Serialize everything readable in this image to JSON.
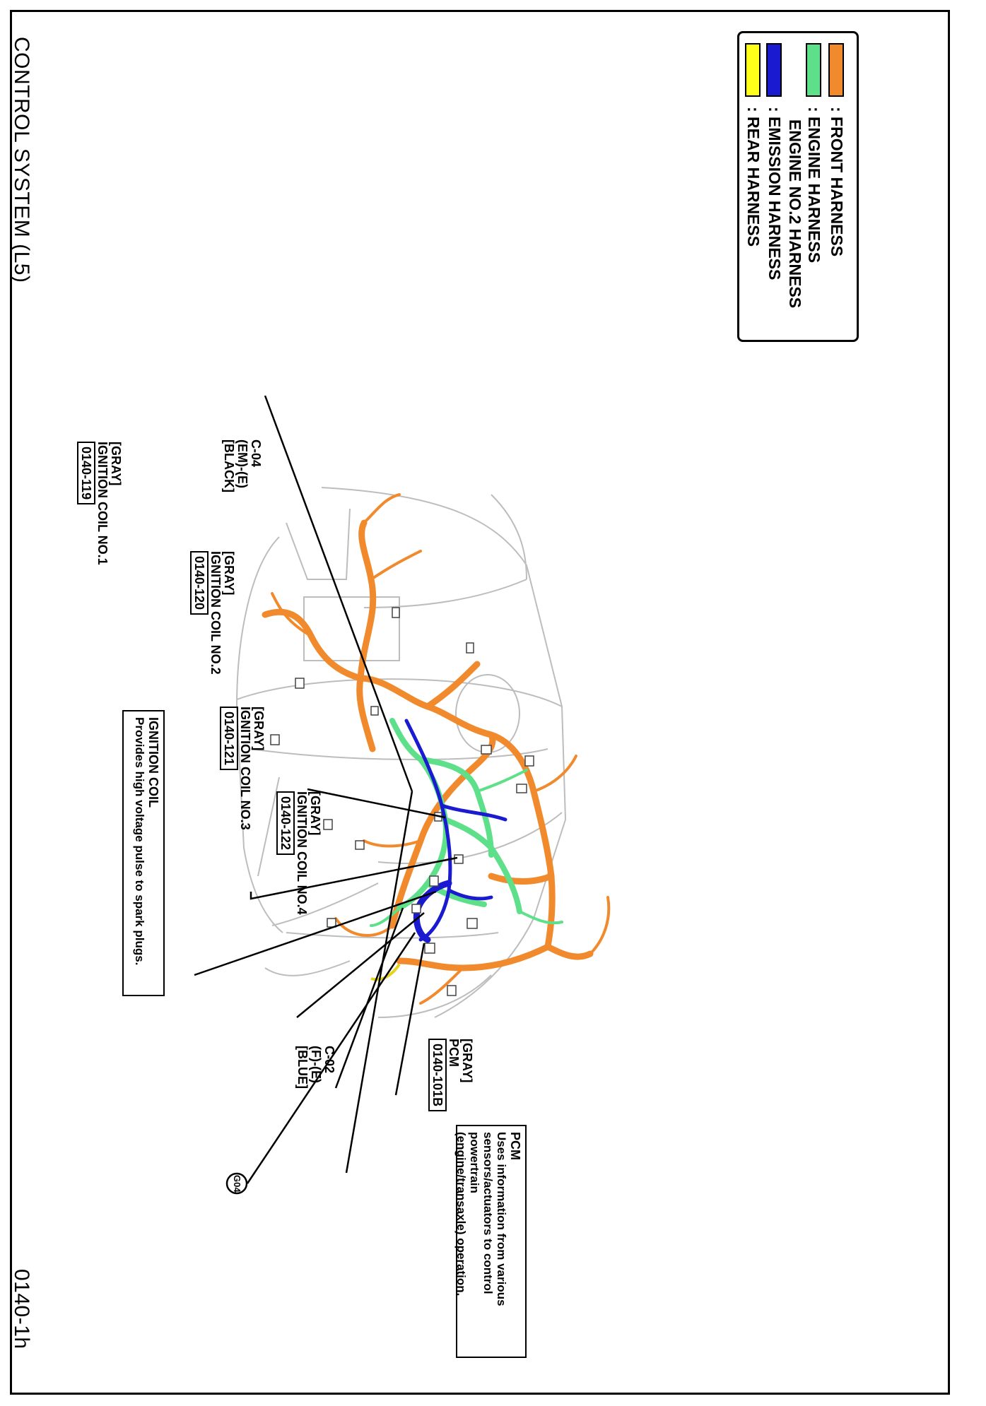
{
  "page": {
    "title": "CONTROL SYSTEM (L5)",
    "page_number": "0140-1h"
  },
  "legend": [
    {
      "label": ": FRONT HARNESS",
      "color": "#f08a2c"
    },
    {
      "label": ": ENGINE HARNESS",
      "color": "#5ee08a"
    },
    {
      "label": "ENGINE NO.2 HARNESS",
      "color": "#5ee08a"
    },
    {
      "label": ": EMISSION HARNESS",
      "color": "#1a1ad0"
    },
    {
      "label": ": REAR HARNESS",
      "color": "#ffff1a"
    }
  ],
  "callouts": {
    "coil1": {
      "line1": "[GRAY]",
      "line2": "IGNITION COIL NO.1",
      "code": "0140-119"
    },
    "coil2": {
      "line1": "[GRAY]",
      "line2": "IGNITION COIL NO.2",
      "code": "0140-120"
    },
    "coil3": {
      "line1": "[GRAY]",
      "line2": "IGNITION COIL NO.3",
      "code": "0140-121"
    },
    "coil4": {
      "line1": "[GRAY]",
      "line2": "IGNITION COIL NO.4",
      "code": "0140-122"
    },
    "pcm": {
      "line1": "[GRAY]",
      "line2": "PCM",
      "code": "0140-101B"
    },
    "c04": {
      "line1": "C-04",
      "line2": "(EM)-(E)",
      "line3": "[BLACK]"
    },
    "c02": {
      "line1": "C-02",
      "line2": "(F)-(E)",
      "line3": "[BLUE]"
    },
    "g04": {
      "label": "G04"
    }
  },
  "descriptions": {
    "ignition_coil": {
      "heading": "IGNITION COIL",
      "text": "Provides high voltage pulse to spark plugs."
    },
    "pcm": {
      "heading": "PCM",
      "lines": [
        "Uses information from various",
        "sensors/actuators to control powertrain",
        "(engine/transaxle) operation."
      ]
    }
  },
  "colors": {
    "front_harness": "#f08a2c",
    "engine_harness": "#5ee08a",
    "emission_harness": "#1a1ad0",
    "rear_harness": "#ffff1a"
  }
}
